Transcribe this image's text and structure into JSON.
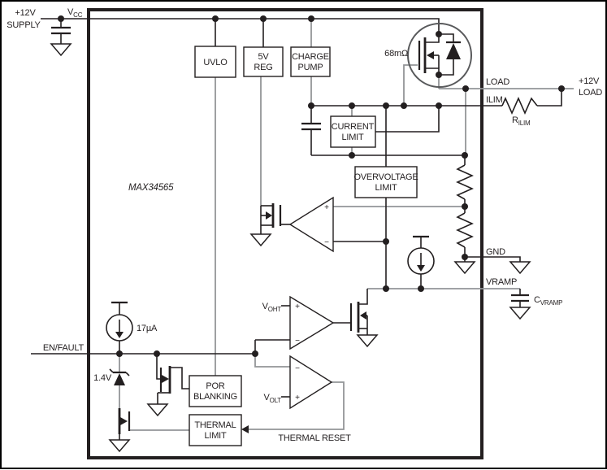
{
  "ic": {
    "part": "MAX34565"
  },
  "pins": {
    "vcc": {
      "main": "V",
      "sub": "CC"
    },
    "load": "LOAD",
    "ilim": "ILIM",
    "gnd": "GND",
    "vramp": "VRAMP",
    "en_fault": "EN/FAULT"
  },
  "external": {
    "supply": [
      "+12V",
      "SUPPLY"
    ],
    "load12": [
      "+12V",
      "LOAD"
    ],
    "rilim": {
      "main": "R",
      "sub": "ILIM"
    },
    "cvramp": {
      "main": "C",
      "sub": "VRAMP"
    }
  },
  "blocks": {
    "uvlo": [
      "UVLO"
    ],
    "reg": [
      "5V",
      "REG"
    ],
    "charge_pump": [
      "CHARGE",
      "PUMP"
    ],
    "current_limit": [
      "CURRENT",
      "LIMIT"
    ],
    "overvoltage_limit": [
      "OVERVOLTAGE",
      "LIMIT"
    ],
    "por_blanking": [
      "POR",
      "BLANKING"
    ],
    "thermal_limit": [
      "THERMAL",
      "LIMIT"
    ]
  },
  "values": {
    "mosfet_rdson": "68mΩ",
    "pullup_current": "17µA",
    "zener_voltage": "1.4V"
  },
  "comparator_refs": {
    "voht": {
      "main": "V",
      "sub": "OHT"
    },
    "volt": {
      "main": "V",
      "sub": "OLT"
    }
  },
  "signs": {
    "plus": "+",
    "minus": "−"
  },
  "labels": {
    "thermal_reset": "THERMAL RESET"
  },
  "colors": {
    "line": "#231f20",
    "gray": "#939598",
    "background": "#ffffff"
  }
}
